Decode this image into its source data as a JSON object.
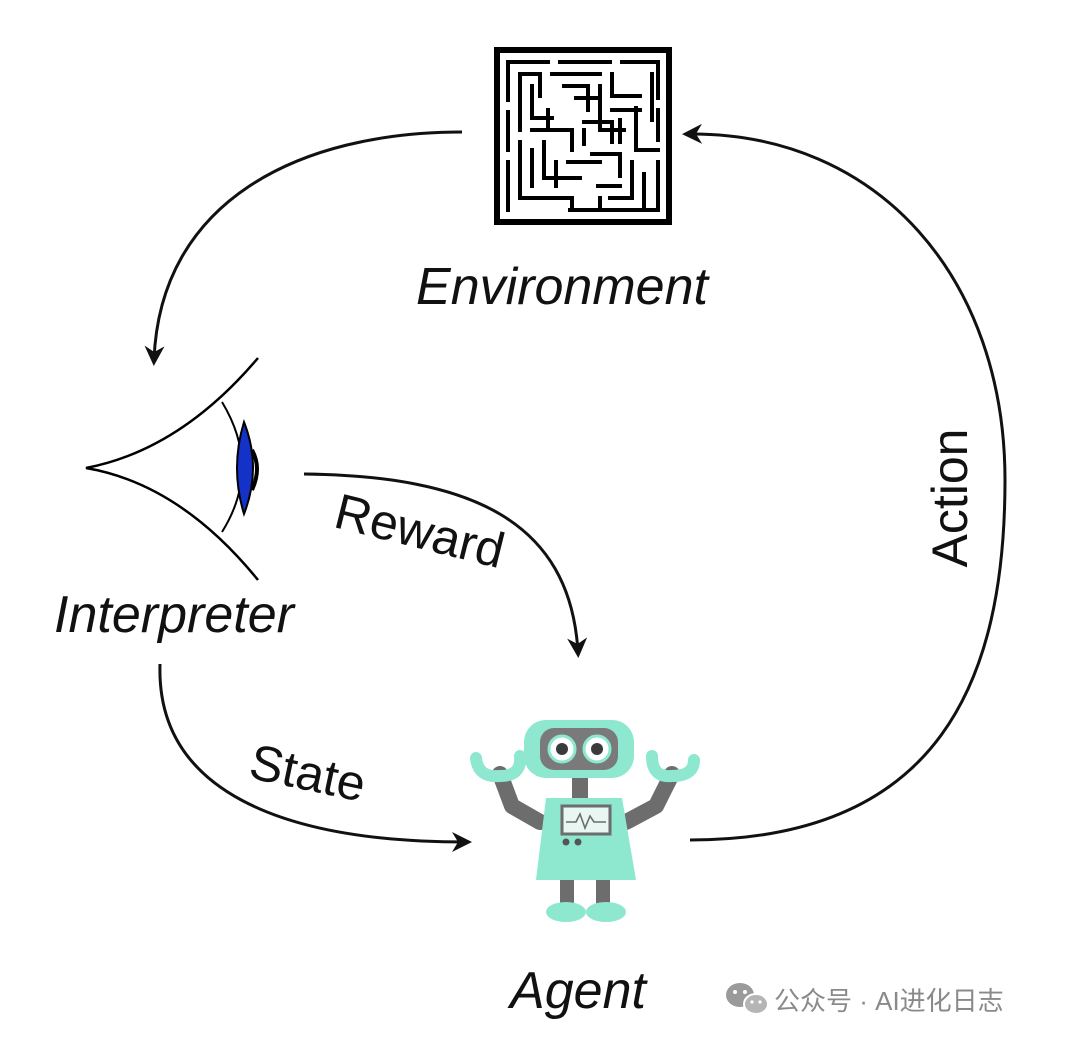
{
  "diagram": {
    "nodes": {
      "environment": {
        "label": "Environment",
        "icon": "maze-icon"
      },
      "interpreter": {
        "label": "Interpreter",
        "icon": "eye-icon"
      },
      "agent": {
        "label": "Agent",
        "icon": "robot-icon"
      }
    },
    "edges": {
      "reward": {
        "label": "Reward",
        "from": "interpreter",
        "to": "agent"
      },
      "state": {
        "label": "State",
        "from": "interpreter",
        "to": "agent"
      },
      "action": {
        "label": "Action",
        "from": "agent",
        "to": "environment"
      },
      "observation": {
        "label": "",
        "from": "environment",
        "to": "interpreter"
      }
    }
  },
  "watermark": {
    "icon": "wechat-icon",
    "text": "公众号 · AI进化日志"
  },
  "colors": {
    "ink": "#111111",
    "robot_body": "#8ee8cf",
    "robot_dark": "#6d6d6d",
    "eye_iris": "#1432c8",
    "watermark": "#8a8a8a"
  }
}
